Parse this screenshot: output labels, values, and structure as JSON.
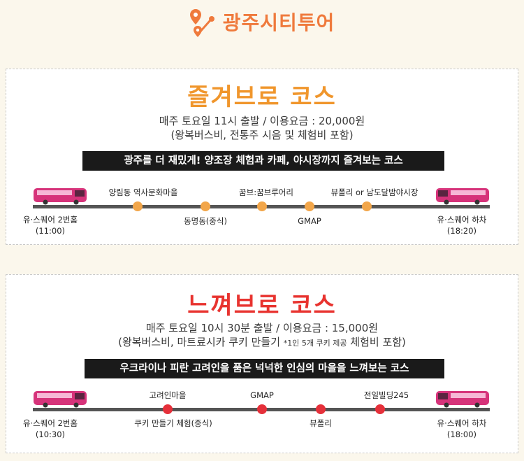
{
  "header": {
    "title": "광주시티투어"
  },
  "courses": [
    {
      "title": "즐겨브로 코스",
      "info_line1": "매주 토요일 11시 출발 / 이용요금 : 20,000원",
      "info_line2": "(왕복버스비, 전통주 시음 및 체험비 포함)",
      "banner": "광주를 더 재밌게! 양조장 체험과 카페, 야시장까지 즐겨보는 코스",
      "start": {
        "name": "유·스퀘어 2번홈",
        "time": "(11:00)"
      },
      "end": {
        "name": "유·스퀘어 하차",
        "time": "(18:20)"
      },
      "stops": [
        {
          "name": "양림동 역사문화마을",
          "position": "above"
        },
        {
          "name": "동명동(중식)",
          "position": "below"
        },
        {
          "name": "꿈브:꿈브루어리",
          "position": "above"
        },
        {
          "name": "GMAP",
          "position": "below"
        },
        {
          "name": "뷰폴리 or 남도달밤야시장",
          "position": "above"
        }
      ],
      "dot_color": "#f2a64a",
      "title_color": "#f0962c"
    },
    {
      "title": "느껴브로 코스",
      "info_line1": "매주 토요일 10시 30분 출발 / 이용요금 : 15,000원",
      "info_line2a": "(왕복버스비, 마트료시카 쿠키 만들기 ",
      "info_line2b": "*1인 5개 쿠키 제공",
      "info_line2c": " 체험비 포함)",
      "banner": "우크라이나 피란 고려인을 품은 넉넉한 인심의 마을을 느껴보는 코스",
      "start": {
        "name": "유·스퀘어 2번홈",
        "time": "(10:30)"
      },
      "end": {
        "name": "유·스퀘어 하차",
        "time": "(18:00)"
      },
      "stops": [
        {
          "name_above": "고려인마을",
          "name_below": "쿠키 만들기 체험(중식)"
        },
        {
          "name_above": "GMAP",
          "name_below": ""
        },
        {
          "name_above": "",
          "name_below": "뷰폴리"
        },
        {
          "name_above": "전일빌딩245",
          "name_below": ""
        }
      ],
      "dot_color": "#e5303a",
      "title_color": "#e8332f"
    }
  ]
}
